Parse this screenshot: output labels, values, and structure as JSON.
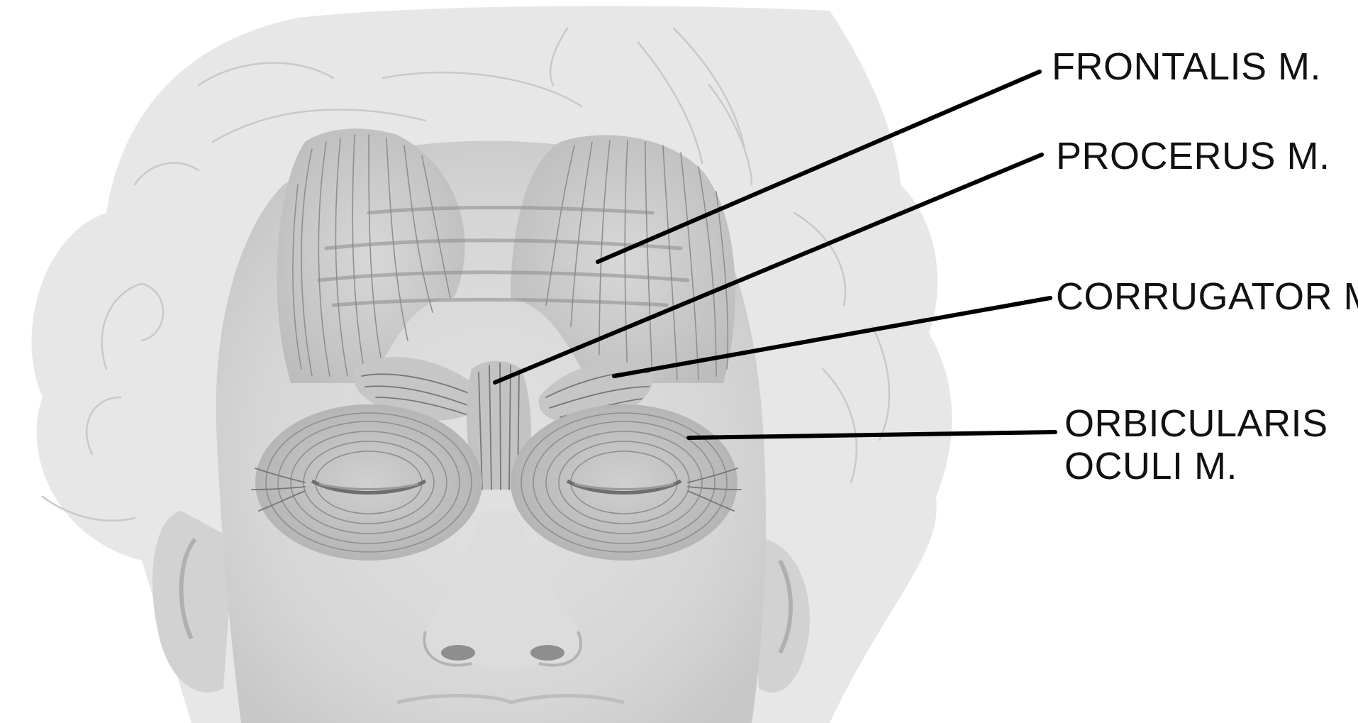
{
  "labels": {
    "frontalis": "FRONTALIS M.",
    "procerus": "PROCERUS M.",
    "corrugator": "CORRUGATOR M.",
    "orbicularis_line1": "ORBICULARIS",
    "orbicularis_line2": "OCULI M."
  },
  "colors": {
    "hair": "#e7e7e7",
    "skin": "#dadada",
    "muscle": "#cfcfcf",
    "leader_line": "#000000",
    "text": "#111111"
  }
}
